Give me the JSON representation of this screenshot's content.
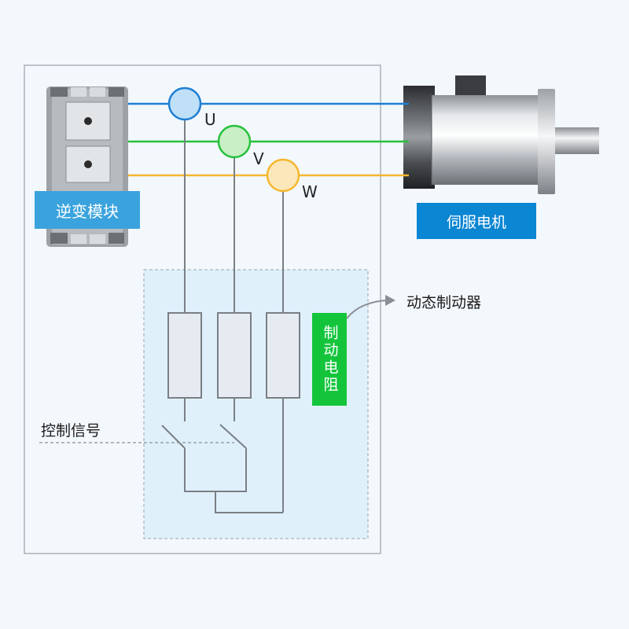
{
  "inverter_module": {
    "label": "逆变模块"
  },
  "servo_motor": {
    "label": "伺服电机"
  },
  "phases": [
    {
      "label": "U",
      "color": "#1f7fd3",
      "sensor_fill": "#bfe0f7"
    },
    {
      "label": "V",
      "color": "#27c13c",
      "sensor_fill": "#c9efc6"
    },
    {
      "label": "W",
      "color": "#f5b72f",
      "sensor_fill": "#fbe7b9"
    }
  ],
  "dynamic_brake": {
    "label": "动态制动器"
  },
  "braking_resistor": {
    "label": "制动电阻",
    "color": "#14c53c"
  },
  "control_signal": {
    "label": "控制信号"
  },
  "colors": {
    "background": "#f3f8fd",
    "brake_zone": "#dff0fb",
    "inverter_tag": "#3aa3dd",
    "motor_tag": "#0b86d3"
  }
}
